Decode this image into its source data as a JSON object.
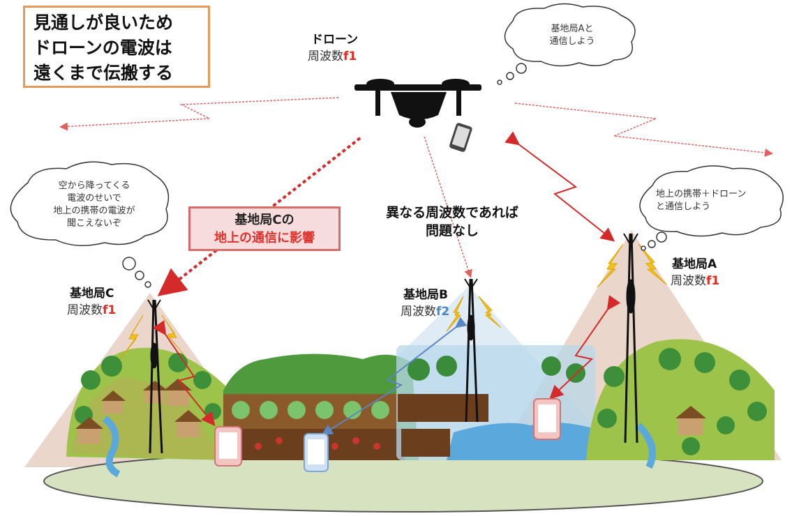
{
  "headline": {
    "lines": [
      "見通しが良いため",
      "ドローンの電波は",
      "遠くまで伝搬する"
    ]
  },
  "drone": {
    "name": "ドローン",
    "freq_prefix": "周波数",
    "freq": "f1"
  },
  "thoughts": {
    "drone": [
      "基地局Aと",
      "通信しよう"
    ],
    "station_c": [
      "空から降ってくる",
      "電波のせいで",
      "地上の携帯の電波が",
      "聞こえないぞ"
    ],
    "station_a": [
      "地上の携帯＋ドローン",
      "と通信しよう"
    ]
  },
  "impact_note": {
    "line1": "基地局Cの",
    "line2": "地上の通信に影響"
  },
  "center_note": {
    "line1": "異なる周波数であれば",
    "line2": "問題なし"
  },
  "stations": {
    "c": {
      "name": "基地局C",
      "freq_prefix": "周波数",
      "freq": "f1"
    },
    "b": {
      "name": "基地局B",
      "freq_prefix": "周波数",
      "freq": "f2"
    },
    "a": {
      "name": "基地局A",
      "freq_prefix": "周波数",
      "freq": "f1"
    }
  },
  "colors": {
    "red_freq": "#e52b21",
    "blue_freq": "#4a86c7",
    "interference_arrow": "#d42a2a",
    "ground": "#d7e3c0",
    "cone": "#e8cfc2"
  },
  "icons": [
    "drone-icon",
    "smartphone-icon",
    "tower-icon",
    "tree-icon",
    "house-icon",
    "field-icon",
    "river-icon",
    "mountain-icon"
  ]
}
